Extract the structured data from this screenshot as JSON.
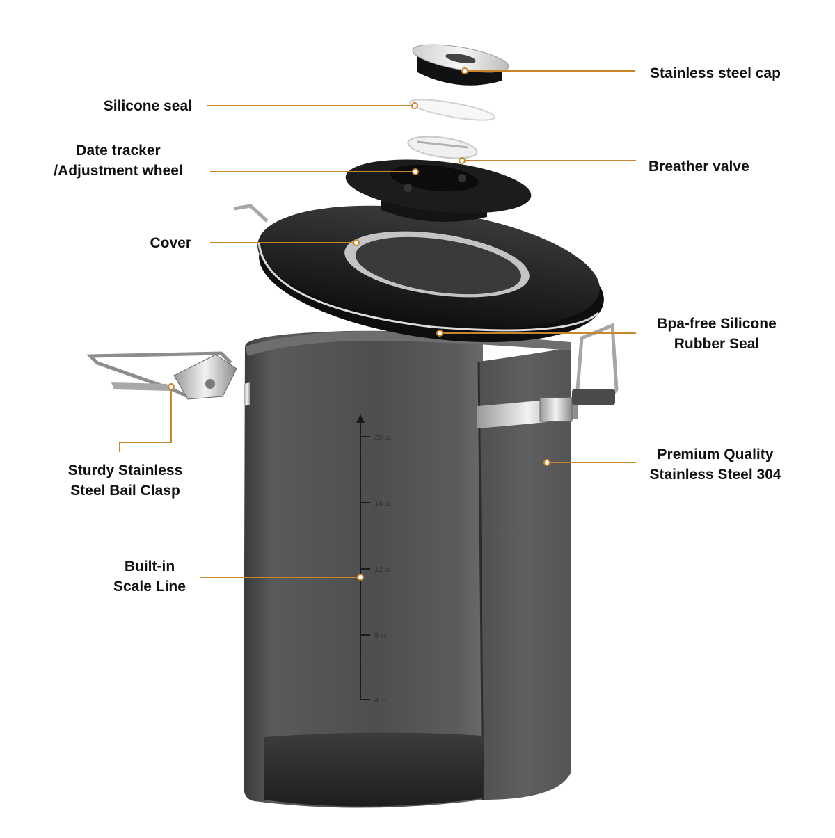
{
  "callouts": {
    "stainless_steel_cap": [
      "Stainless steel cap"
    ],
    "silicone_seal": [
      "Silicone seal"
    ],
    "date_tracker": [
      "Date tracker",
      "/Adjustment wheel"
    ],
    "breather_valve": [
      "Breather valve"
    ],
    "cover": [
      "Cover"
    ],
    "rubber_seal": [
      "Bpa-free Silicone",
      "Rubber Seal"
    ],
    "bail_clasp": [
      "Sturdy Stainless",
      "Steel Bail Clasp"
    ],
    "stainless_304": [
      "Premium Quality",
      "Stainless Steel 304"
    ],
    "scale_line": [
      "Built-in",
      "Scale Line"
    ]
  },
  "scale": {
    "unit": "oz",
    "ticks": [
      "20",
      "16",
      "12",
      "8",
      "4"
    ]
  },
  "colors": {
    "leader_line": "#c8852a",
    "canister_body": "#4a4a4c",
    "lid": "#1b1b1d"
  }
}
